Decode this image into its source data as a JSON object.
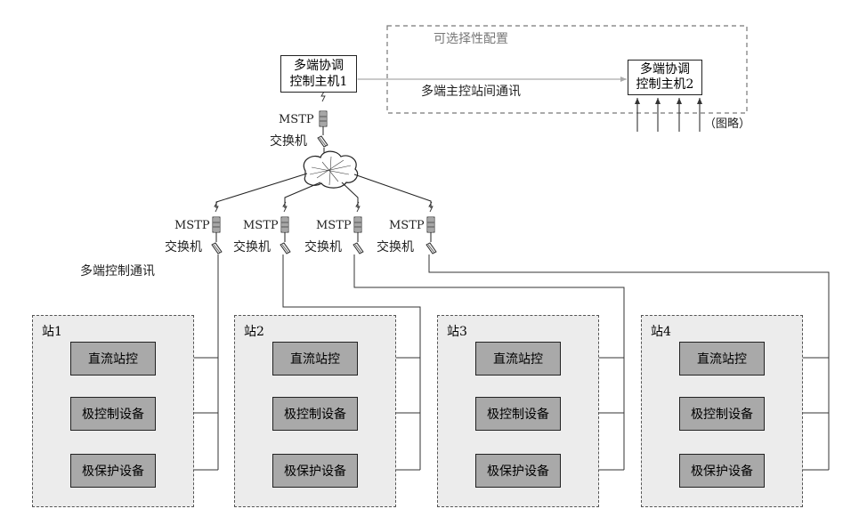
{
  "optional_config": {
    "label": "可选择性配置"
  },
  "master1": {
    "line1": "多端协调",
    "line2": "控制主机1"
  },
  "master2": {
    "line1": "多端协调",
    "line2": "控制主机2"
  },
  "inter_master_comm": "多端主控站间通讯",
  "omitted_note": "（图略）",
  "mstp_label": "MSTP",
  "switch_label": "交换机",
  "multi_terminal_comm": "多端控制通讯",
  "stations": [
    {
      "name": "站1",
      "devices": [
        "直流站控",
        "极控制设备",
        "极保护设备"
      ]
    },
    {
      "name": "站2",
      "devices": [
        "直流站控",
        "极控制设备",
        "极保护设备"
      ]
    },
    {
      "name": "站3",
      "devices": [
        "直流站控",
        "极控制设备",
        "极保护设备"
      ]
    },
    {
      "name": "站4",
      "devices": [
        "直流站控",
        "极控制设备",
        "极保护设备"
      ]
    }
  ]
}
